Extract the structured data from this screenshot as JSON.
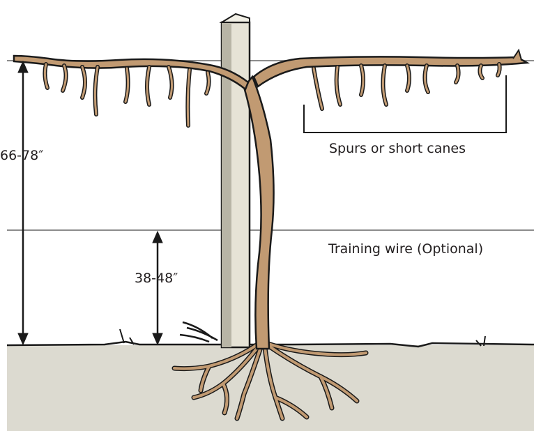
{
  "labels": {
    "upper_height": "66-78″",
    "lower_height": "38-48″",
    "spurs": "Spurs or short canes",
    "training_wire": "Training wire (Optional)"
  },
  "colors": {
    "vine": "#c19a72",
    "vine_outline": "#1a1a1a",
    "post_light": "#e6e3d6",
    "post_shade": "#b8b5a6",
    "ground": "#dcdad0",
    "wire": "#8c8c8c",
    "text": "#231f20"
  }
}
